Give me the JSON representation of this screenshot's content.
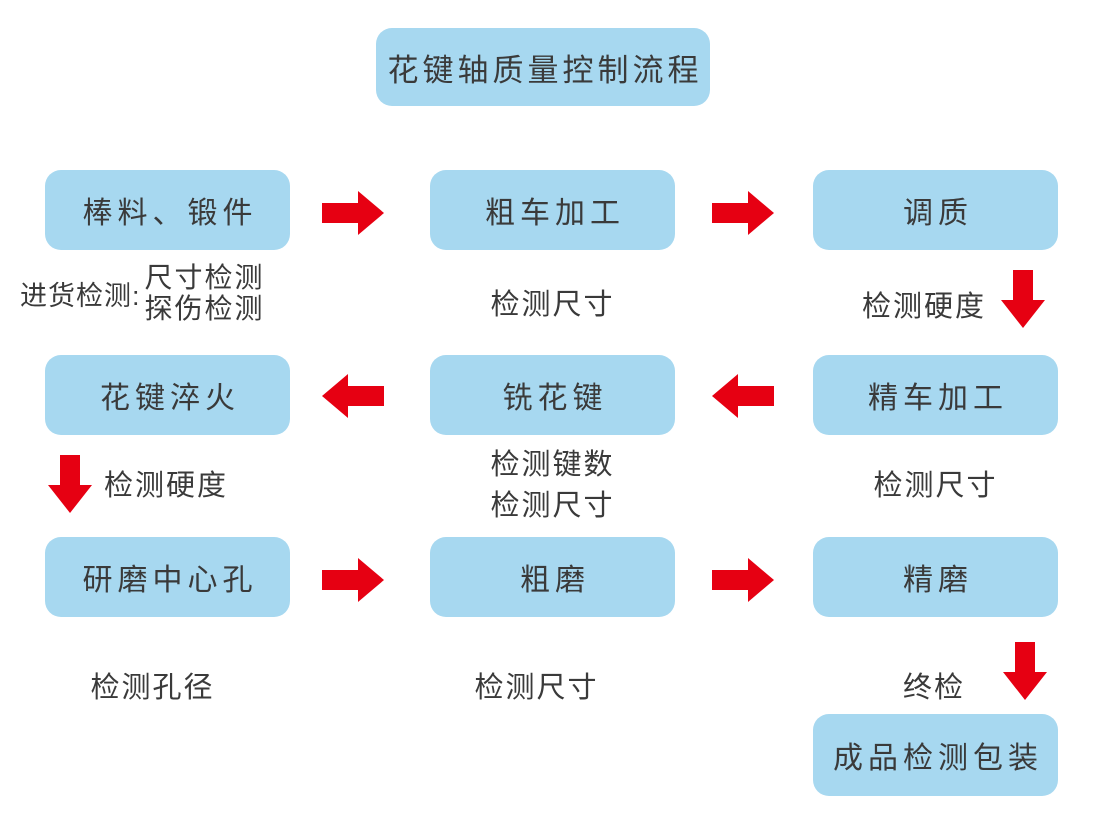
{
  "title": "花键轴质量控制流程",
  "colors": {
    "box_fill": "#A7D8F0",
    "arrow_red": "#E60012",
    "text": "#3A3A3A",
    "background": "#FFFFFF"
  },
  "process": {
    "row1": {
      "box1": "棒料、锻件",
      "box2": "粗车加工",
      "box3": "调质",
      "label1_prefix": "进货检测:",
      "label1_item1": "尺寸检测",
      "label1_item2": "探伤检测",
      "label2": "检测尺寸",
      "label3": "检测硬度"
    },
    "row2": {
      "box1": "花键淬火",
      "box2": "铣花键",
      "box3": "精车加工",
      "label1": "检测硬度",
      "label2_line1": "检测键数",
      "label2_line2": "检测尺寸",
      "label3": "检测尺寸"
    },
    "row3": {
      "box1": "研磨中心孔",
      "box2": "粗磨",
      "box3": "精磨",
      "label1": "检测孔径",
      "label2": "检测尺寸",
      "label3": "终检"
    },
    "final": {
      "box": "成品检测包装"
    }
  },
  "flow_sequence": [
    "棒料、锻件",
    "粗车加工",
    "调质",
    "精车加工",
    "铣花键",
    "花键淬火",
    "研磨中心孔",
    "粗磨",
    "精磨",
    "成品检测包装"
  ]
}
